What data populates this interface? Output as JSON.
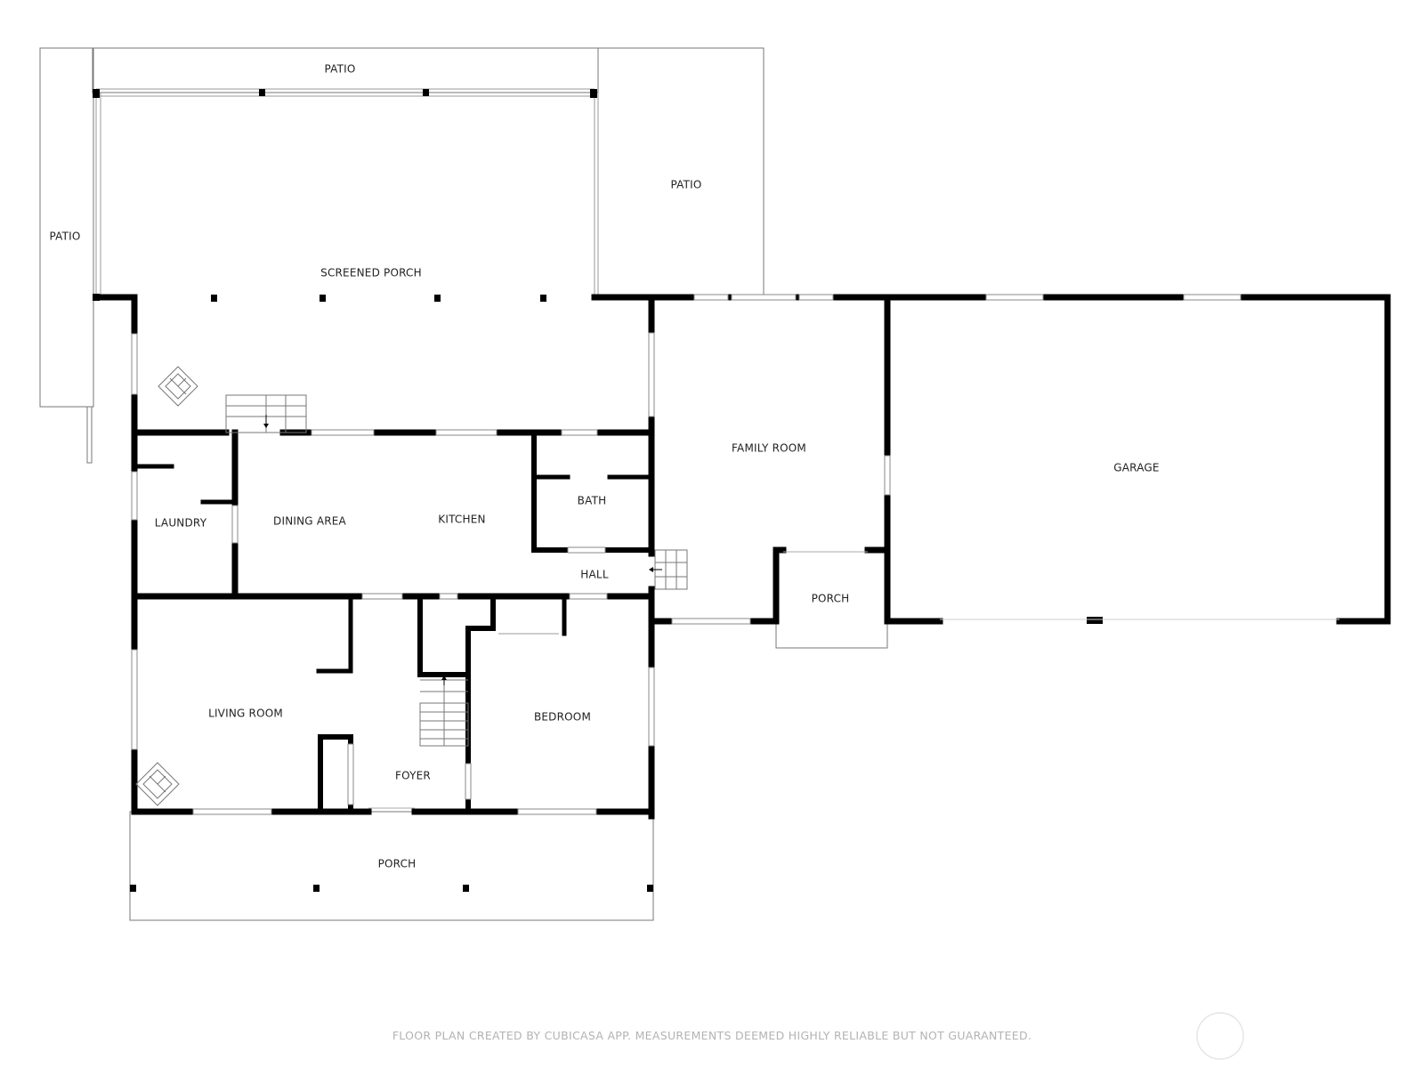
{
  "rooms": {
    "patio_top": "PATIO",
    "patio_left": "PATIO",
    "patio_right": "PATIO",
    "screened_porch": "SCREENED PORCH",
    "family_room": "FAMILY ROOM",
    "garage": "GARAGE",
    "laundry": "LAUNDRY",
    "dining_area": "DINING AREA",
    "kitchen": "KITCHEN",
    "bath": "BATH",
    "hall": "HALL",
    "porch_small": "PORCH",
    "living_room": "LIVING ROOM",
    "bedroom": "BEDROOM",
    "foyer": "FOYER",
    "porch_front": "PORCH"
  },
  "footer": {
    "disclaimer": "FLOOR PLAN CREATED BY CUBICASA APP. MEASUREMENTS DEEMED HIGHLY RELIABLE BUT NOT GUARANTEED."
  }
}
